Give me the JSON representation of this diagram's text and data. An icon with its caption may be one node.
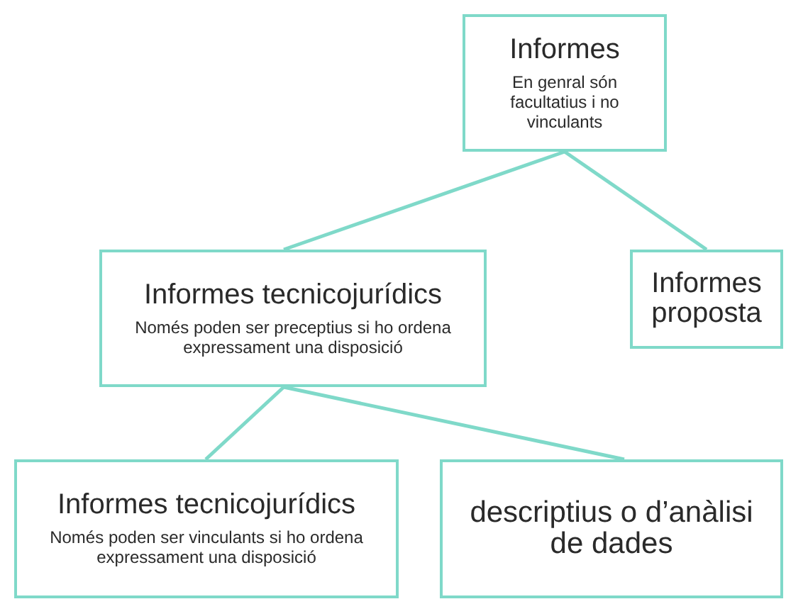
{
  "diagram": {
    "nodes": [
      {
        "text": [
          "Informes",
          "En genral són facultatius i no vinculants"
        ]
      },
      {
        "text": [
          "Informes tecnicojurídics",
          "Només poden ser preceptius si ho ordena expressament una disposició"
        ]
      },
      {
        "text": [
          "Informes proposta"
        ]
      },
      {
        "text": [
          "Informes tecnicojurídics",
          "Només poden ser vinculants si ho ordena expressament una disposició"
        ]
      },
      {
        "text": [
          "descriptius o d’anàlisi de dades"
        ]
      }
    ],
    "edges": [
      {
        "from": 0,
        "to": 1,
        "arrow": "none"
      },
      {
        "from": 0,
        "to": 2,
        "arrow": "none"
      },
      {
        "from": 1,
        "to": 3,
        "arrow": "none"
      },
      {
        "from": 1,
        "to": 4,
        "arrow": "none"
      }
    ]
  }
}
